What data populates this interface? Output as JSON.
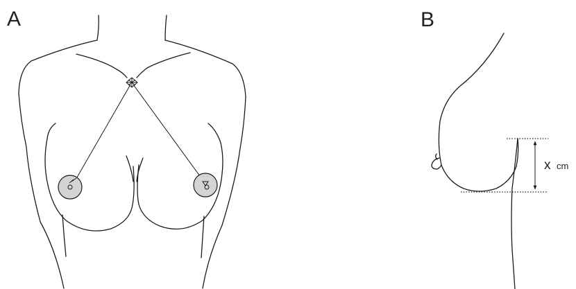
{
  "panels": {
    "a": {
      "label": "A"
    },
    "b": {
      "label": "B"
    }
  },
  "measurement": {
    "value": "x",
    "unit": "cm"
  }
}
